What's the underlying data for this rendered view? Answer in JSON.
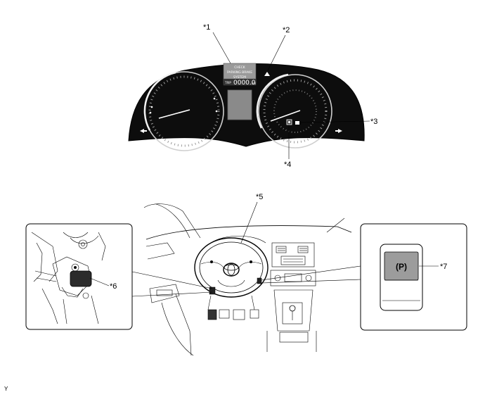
{
  "callouts": {
    "c1": "*1",
    "c2": "*2",
    "c3": "*3",
    "c4": "*4",
    "c5": "*5",
    "c6": "*6",
    "c7": "*7"
  },
  "cluster_display": {
    "line1": "CHECK",
    "line2": "PARKING BRAKE",
    "line3": "SYSTEM",
    "odo_prefix": "TRIP",
    "odo_value": "0000.0",
    "odo_unit": "km"
  },
  "switch_label": "(P)",
  "corner_mark": "Y",
  "colors": {
    "cluster_body": "#0d0d0d",
    "display_panel": "#8a8a8a",
    "gauge_needle": "#ffffff"
  }
}
